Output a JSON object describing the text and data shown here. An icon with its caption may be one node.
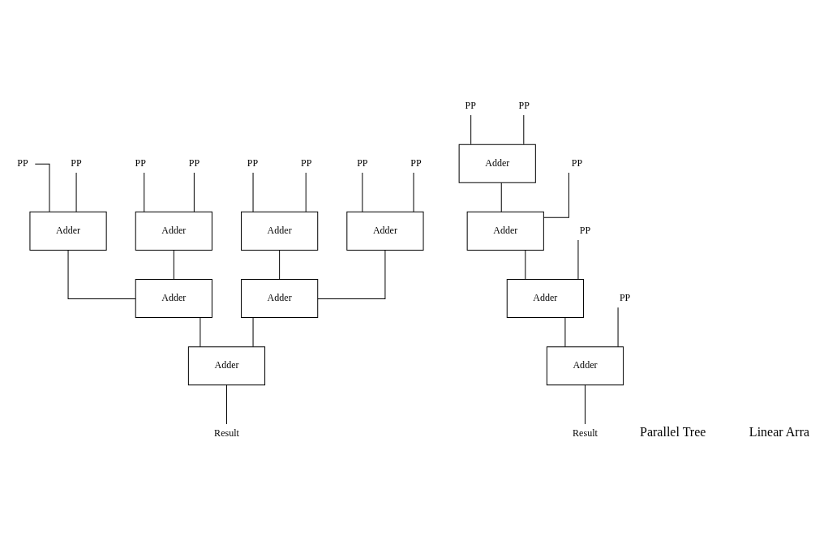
{
  "diagram": {
    "nodes": [
      {
        "text": [
          "PP"
        ]
      },
      {
        "text": [
          "PP"
        ]
      },
      {
        "text": [
          "PP"
        ]
      },
      {
        "text": [
          "PP"
        ]
      },
      {
        "text": [
          "PP"
        ]
      },
      {
        "text": [
          "PP"
        ]
      },
      {
        "text": [
          "PP"
        ]
      },
      {
        "text": [
          "PP"
        ]
      },
      {
        "text": [
          "Adder"
        ]
      },
      {
        "text": [
          "Adder"
        ]
      },
      {
        "text": [
          "Adder"
        ]
      },
      {
        "text": [
          "Adder"
        ]
      },
      {
        "text": [
          "Adder"
        ]
      },
      {
        "text": [
          "Adder"
        ]
      },
      {
        "text": [
          "Adder"
        ]
      },
      {
        "text": [
          "Result"
        ]
      },
      {
        "text": [
          "PP"
        ]
      },
      {
        "text": [
          "PP"
        ]
      },
      {
        "text": [
          "Adder"
        ]
      },
      {
        "text": [
          "PP"
        ]
      },
      {
        "text": [
          "Adder"
        ]
      },
      {
        "text": [
          "PP"
        ]
      },
      {
        "text": [
          "Adder"
        ]
      },
      {
        "text": [
          "PP"
        ]
      },
      {
        "text": [
          "Adder"
        ]
      },
      {
        "text": [
          "Result"
        ]
      }
    ],
    "edges": [
      {
        "from": 0,
        "to": 8,
        "arrow": "none"
      },
      {
        "from": 1,
        "to": 8,
        "arrow": "none"
      },
      {
        "from": 2,
        "to": 9,
        "arrow": "none"
      },
      {
        "from": 3,
        "to": 9,
        "arrow": "none"
      },
      {
        "from": 4,
        "to": 10,
        "arrow": "none"
      },
      {
        "from": 5,
        "to": 10,
        "arrow": "none"
      },
      {
        "from": 6,
        "to": 11,
        "arrow": "none"
      },
      {
        "from": 7,
        "to": 11,
        "arrow": "none"
      },
      {
        "from": 8,
        "to": 12,
        "arrow": "none"
      },
      {
        "from": 9,
        "to": 12,
        "arrow": "none"
      },
      {
        "from": 10,
        "to": 13,
        "arrow": "none"
      },
      {
        "from": 11,
        "to": 13,
        "arrow": "none"
      },
      {
        "from": 12,
        "to": 14,
        "arrow": "none"
      },
      {
        "from": 13,
        "to": 14,
        "arrow": "none"
      },
      {
        "from": 14,
        "to": 15,
        "arrow": "none"
      },
      {
        "from": 16,
        "to": 18,
        "arrow": "none"
      },
      {
        "from": 17,
        "to": 18,
        "arrow": "none"
      },
      {
        "from": 18,
        "to": 20,
        "arrow": "none"
      },
      {
        "from": 19,
        "to": 20,
        "arrow": "none"
      },
      {
        "from": 20,
        "to": 22,
        "arrow": "none"
      },
      {
        "from": 21,
        "to": 22,
        "arrow": "none"
      },
      {
        "from": 22,
        "to": 24,
        "arrow": "none"
      },
      {
        "from": 23,
        "to": 24,
        "arrow": "none"
      },
      {
        "from": 24,
        "to": 25,
        "arrow": "none"
      }
    ],
    "labels": [
      "Parallel Tree",
      "Linear Arra"
    ]
  }
}
